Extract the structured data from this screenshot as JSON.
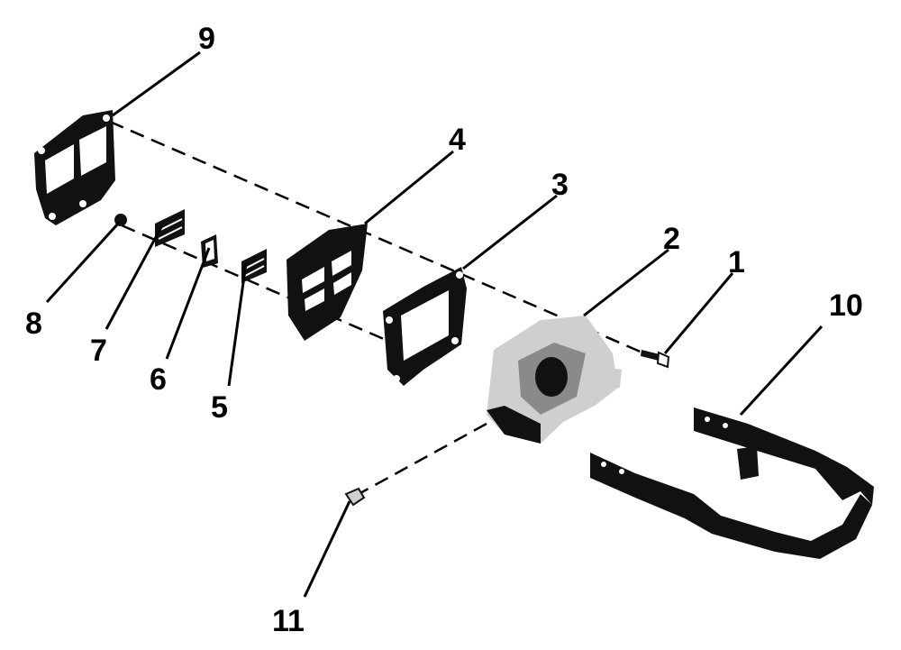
{
  "callouts": {
    "c1": "1",
    "c2": "2",
    "c3": "3",
    "c4": "4",
    "c5": "5",
    "c6": "6",
    "c7": "7",
    "c8": "8",
    "c9": "9",
    "c10": "10",
    "c11": "11"
  },
  "colors": {
    "ink": "#111111",
    "paper": "#ffffff",
    "casting": "#cfcfcf"
  }
}
